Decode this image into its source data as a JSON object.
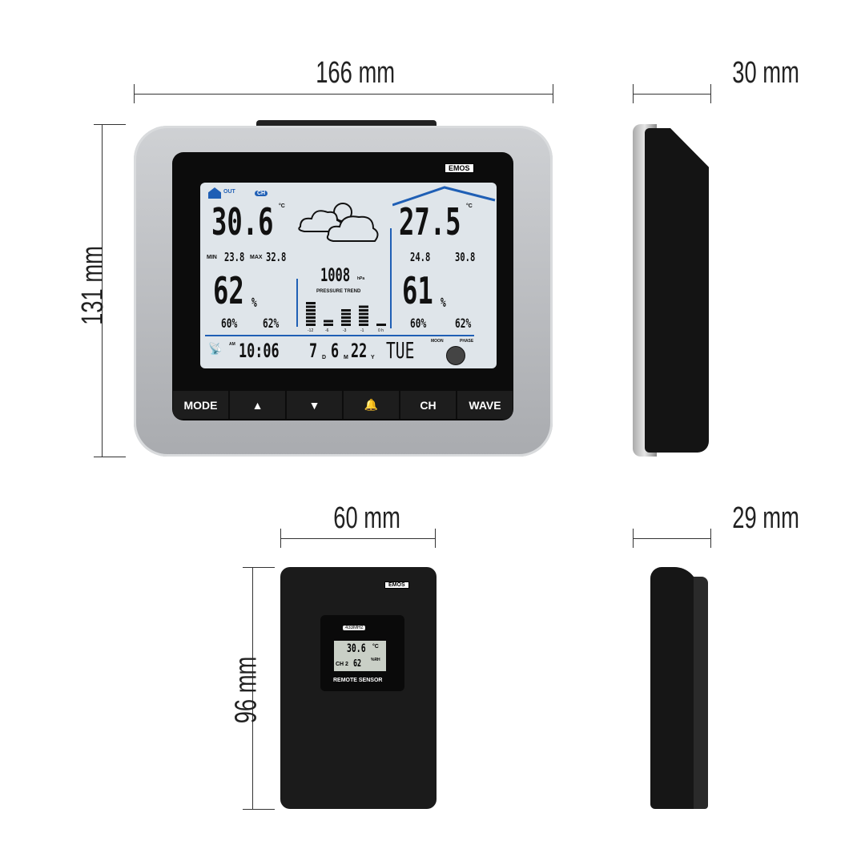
{
  "dimensions": {
    "station_width": "166 mm",
    "station_depth": "30 mm",
    "station_height": "131 mm",
    "sensor_width": "60 mm",
    "sensor_height": "96 mm",
    "sensor_depth": "29 mm"
  },
  "station": {
    "brand": "EMOS",
    "outdoor": {
      "label": "OUT",
      "temp": "30.6",
      "temp_unit": "°C",
      "temp_min": "23.8",
      "temp_max": "32.8",
      "humidity": "62",
      "humidity_unit": "%",
      "hum_min": "60%",
      "hum_max": "62%"
    },
    "channel": "CH",
    "indoor": {
      "temp": "27.5",
      "temp_unit": "°C",
      "temp_min": "24.8",
      "temp_max": "30.8",
      "humidity": "61",
      "humidity_unit": "%",
      "hum_min": "60%",
      "hum_max": "62%"
    },
    "min_label": "MIN",
    "max_label": "MAX",
    "pressure": "1008",
    "pressure_unit": "hPa",
    "pressure_trend_label": "PRESSURE TREND",
    "pressure_trend": {
      "hours": [
        "-12",
        "-6",
        "-3",
        "-1",
        "0 h"
      ],
      "levels": [
        7,
        2,
        5,
        6,
        1
      ]
    },
    "time": "10:06",
    "ampm": "AM",
    "date_day": "7",
    "date_month": "6",
    "date_year": "22",
    "day_code_d": "D",
    "day_code_m": "M",
    "day_code_y": "Y",
    "weekday": "TUE",
    "moon_label": "MOON",
    "phase_label": "PHASE",
    "buttons": [
      "MODE",
      "▲",
      "▼",
      "🔔",
      "CH",
      "WAVE"
    ],
    "accent": "#1f5fb5"
  },
  "sensor": {
    "brand": "EMOS",
    "frequency": "433MHz",
    "temp": "30.6",
    "temp_unit": "°C",
    "channel": "CH 2",
    "humidity": "62",
    "humidity_unit": "%RH",
    "label": "REMOTE SENSOR"
  }
}
